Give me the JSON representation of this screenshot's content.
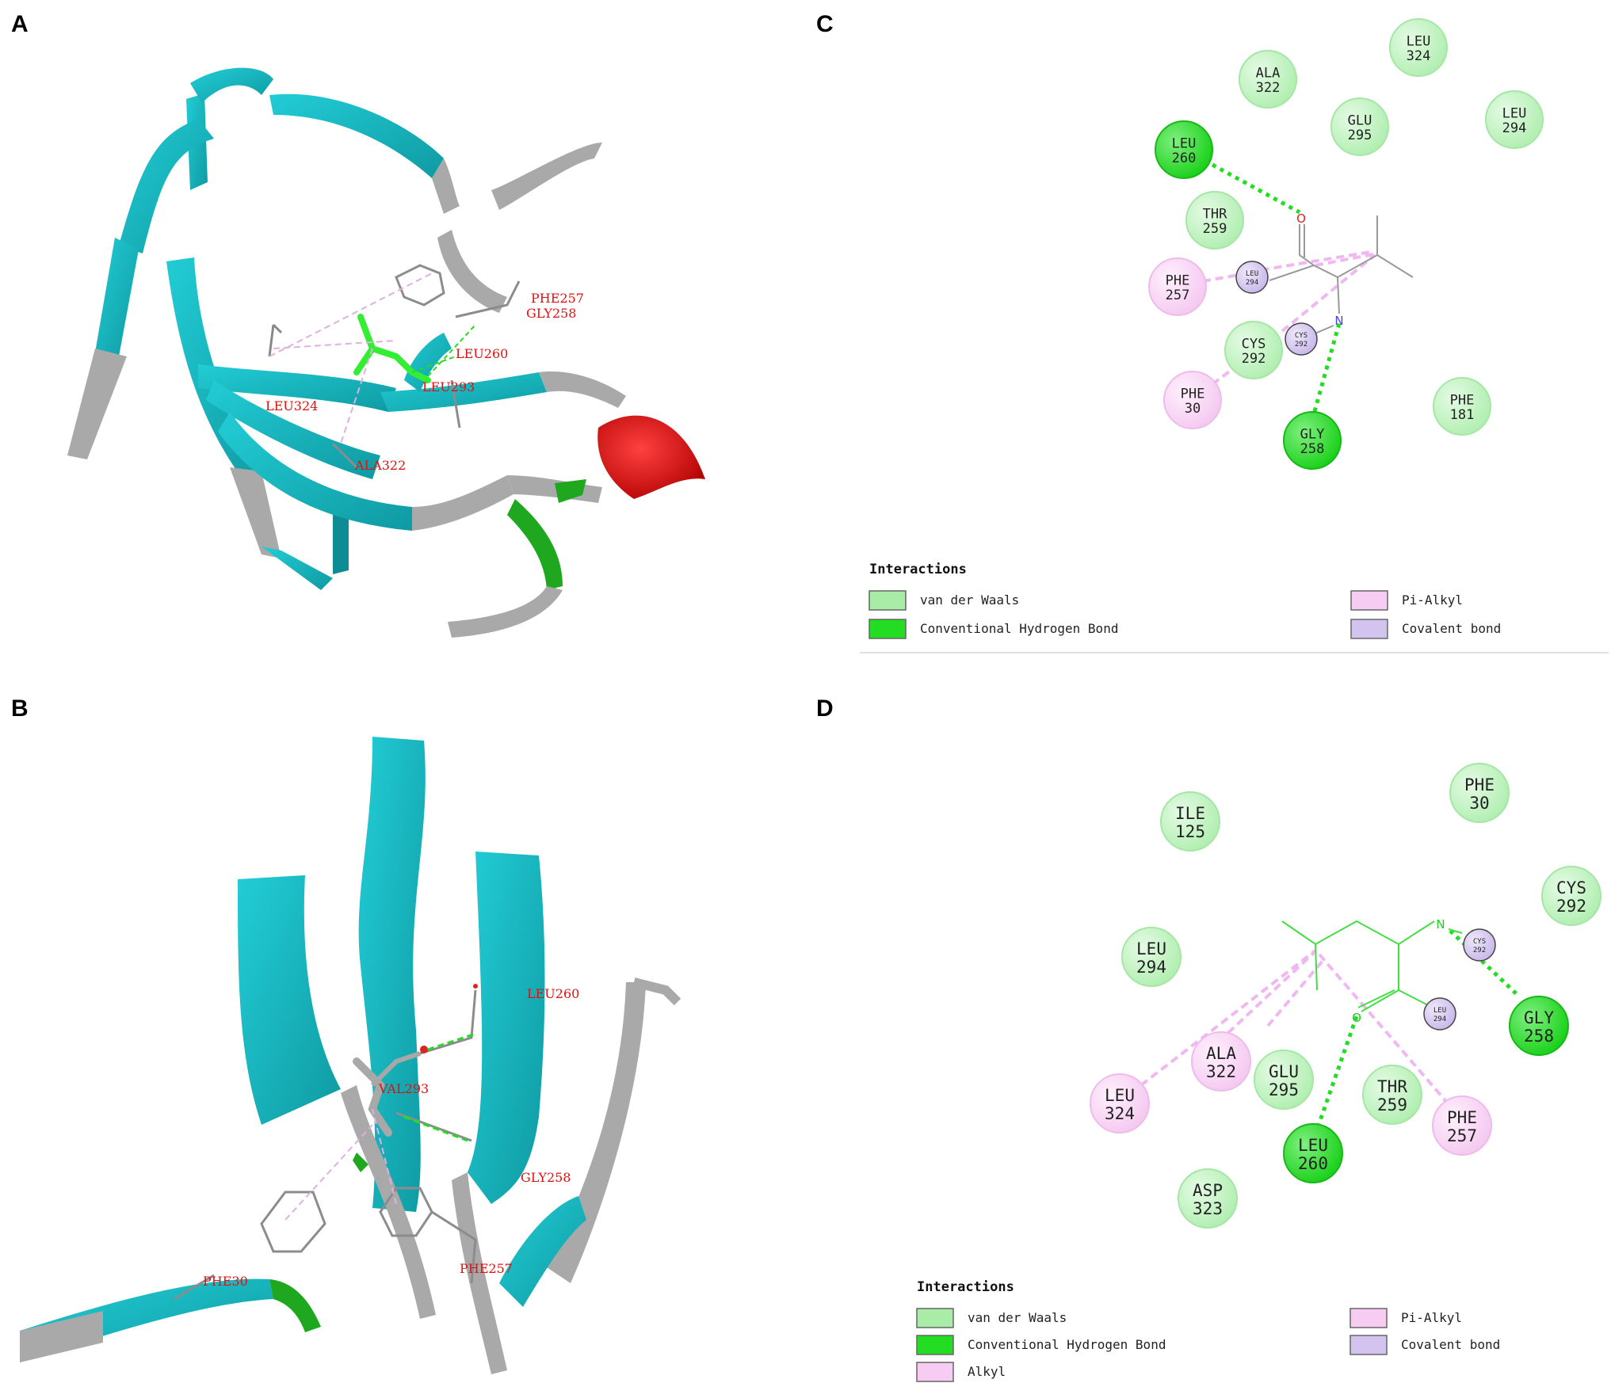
{
  "panels": {
    "A": {
      "letter": "A",
      "labels": [
        "PHE257",
        "GLY258",
        "LEU260",
        "LEU293",
        "LEU324",
        "ALA322"
      ]
    },
    "B": {
      "letter": "B",
      "labels": [
        "LEU260",
        "VAL293",
        "GLY258",
        "PHE257",
        "PHE30"
      ]
    },
    "C": {
      "letter": "C",
      "residues": [
        {
          "id": "leu324",
          "name": "LEU",
          "num": "324",
          "type": "vdw"
        },
        {
          "id": "ala322",
          "name": "ALA",
          "num": "322",
          "type": "vdw"
        },
        {
          "id": "glu295",
          "name": "GLU",
          "num": "295",
          "type": "vdw"
        },
        {
          "id": "leu294",
          "name": "LEU",
          "num": "294",
          "type": "vdw"
        },
        {
          "id": "leu260",
          "name": "LEU",
          "num": "260",
          "type": "hbond"
        },
        {
          "id": "thr259",
          "name": "THR",
          "num": "259",
          "type": "vdw"
        },
        {
          "id": "phe257",
          "name": "PHE",
          "num": "257",
          "type": "pialkyl"
        },
        {
          "id": "cys292",
          "name": "CYS",
          "num": "292",
          "type": "vdw"
        },
        {
          "id": "phe30",
          "name": "PHE",
          "num": "30",
          "type": "pialkyl"
        },
        {
          "id": "gly258",
          "name": "GLY",
          "num": "258",
          "type": "hbond"
        },
        {
          "id": "phe181",
          "name": "PHE",
          "num": "181",
          "type": "vdw"
        }
      ],
      "covalent": [
        {
          "id": "cov-leu294",
          "name": "LEU",
          "num": "294"
        },
        {
          "id": "cov-cys292",
          "name": "CYS",
          "num": "292"
        }
      ],
      "atoms": {
        "o": "O",
        "n": "N"
      },
      "legend": {
        "title": "Interactions",
        "items": [
          {
            "type": "vdw",
            "label": "van der Waals"
          },
          {
            "type": "hbond",
            "label": "Conventional Hydrogen Bond"
          },
          {
            "type": "pialkyl",
            "label": "Pi-Alkyl"
          },
          {
            "type": "covalent",
            "label": "Covalent bond"
          }
        ]
      }
    },
    "D": {
      "letter": "D",
      "residues": [
        {
          "id": "phe30",
          "name": "PHE",
          "num": "30",
          "type": "vdw"
        },
        {
          "id": "ile125",
          "name": "ILE",
          "num": "125",
          "type": "vdw"
        },
        {
          "id": "cys292",
          "name": "CYS",
          "num": "292",
          "type": "vdw"
        },
        {
          "id": "leu294",
          "name": "LEU",
          "num": "294",
          "type": "vdw"
        },
        {
          "id": "gly258",
          "name": "GLY",
          "num": "258",
          "type": "hbond"
        },
        {
          "id": "ala322",
          "name": "ALA",
          "num": "322",
          "type": "alkyl"
        },
        {
          "id": "glu295",
          "name": "GLU",
          "num": "295",
          "type": "vdw"
        },
        {
          "id": "thr259",
          "name": "THR",
          "num": "259",
          "type": "vdw"
        },
        {
          "id": "leu324",
          "name": "LEU",
          "num": "324",
          "type": "alkyl"
        },
        {
          "id": "phe257",
          "name": "PHE",
          "num": "257",
          "type": "alkyl"
        },
        {
          "id": "leu260",
          "name": "LEU",
          "num": "260",
          "type": "hbond"
        },
        {
          "id": "asp323",
          "name": "ASP",
          "num": "323",
          "type": "vdw"
        }
      ],
      "covalent": [
        {
          "id": "cov-cys292",
          "name": "CYS",
          "num": "292"
        },
        {
          "id": "cov-leu294",
          "name": "LEU",
          "num": "294"
        }
      ],
      "atoms": {
        "o": "O",
        "n": "N"
      },
      "legend": {
        "title": "Interactions",
        "items": [
          {
            "type": "vdw",
            "label": "van der Waals"
          },
          {
            "type": "hbond",
            "label": "Conventional Hydrogen Bond"
          },
          {
            "type": "alkyl",
            "label": "Alkyl"
          },
          {
            "type": "pialkyl",
            "label": "Pi-Alkyl"
          },
          {
            "type": "covalent",
            "label": "Covalent bond"
          }
        ]
      }
    }
  },
  "colors": {
    "vdw": "#b8f0b8",
    "vdw_border": "#9ee09e",
    "hbond": "#22dd22",
    "hbond_border": "#18b018",
    "pialkyl": "#f8d0f4",
    "pialkyl_border": "#eab8ea",
    "alkyl": "#f8d0f4",
    "covalent": "#d4c4ee",
    "hbond_line": "#22dd22",
    "pi_line": "#f0b8f0",
    "ribbon": "#1bbfc8",
    "ribbon_dark": "#0e8c93",
    "coil": "#a8a8a8",
    "helix": "#dd0000",
    "label_red": "#e01010"
  }
}
